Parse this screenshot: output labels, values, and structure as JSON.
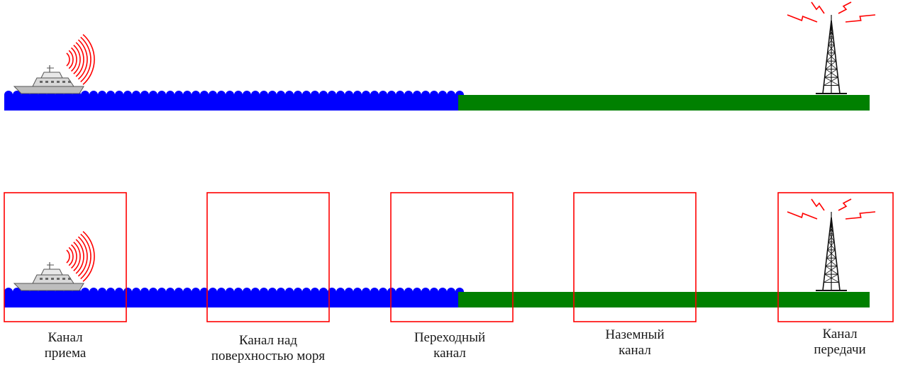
{
  "colors": {
    "sea": "#0000ff",
    "land": "#008000",
    "frame": "#ff0000",
    "signal": "#ff0000",
    "tower": "#111111",
    "ship": "#d8d8d8"
  },
  "icons": {
    "ship": "ship-icon",
    "tower": "radio-tower-icon",
    "signal": "radio-waves-icon"
  },
  "segments": [
    {
      "lines": [
        "Канал",
        "приема"
      ]
    },
    {
      "lines": [
        "Канал над",
        "поверхностью моря"
      ]
    },
    {
      "lines": [
        "Переходный",
        "канал"
      ]
    },
    {
      "lines": [
        "Наземный",
        "канал"
      ]
    },
    {
      "lines": [
        "Канал",
        "передачи"
      ]
    }
  ]
}
